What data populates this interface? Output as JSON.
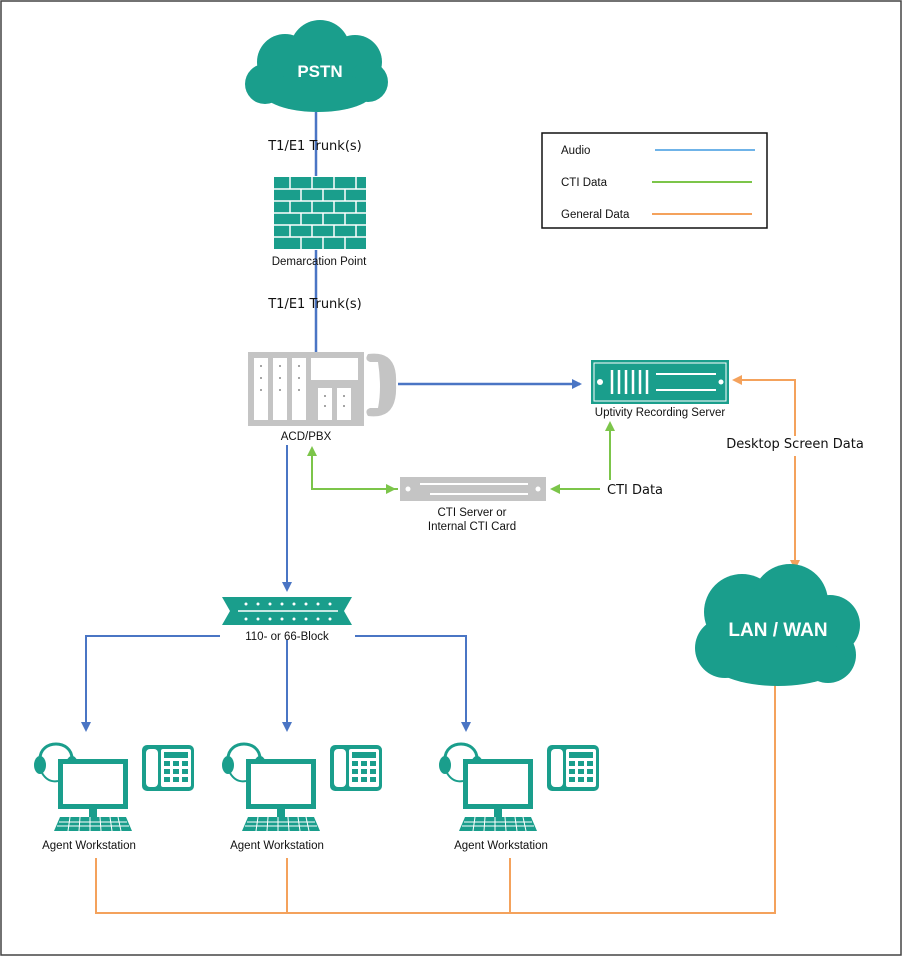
{
  "colors": {
    "teal": "#1a9e8c",
    "audio": "#4a75c4",
    "cti": "#7cc54a",
    "general": "#f4a25c",
    "legend_audio": "#6fb3e8",
    "gray": "#c4c4c4"
  },
  "clouds": {
    "pstn": "PSTN",
    "lan": "LAN / WAN"
  },
  "labels": {
    "trunk_top": "T1/E1 Trunk(s)",
    "demarc": "Demarcation Point",
    "trunk_bottom": "T1/E1 Trunk(s)",
    "acd": "ACD/PBX",
    "recording_server": "Uptivity Recording Server",
    "desktop_screen_data": "Desktop Screen Data",
    "cti_data": "CTI Data",
    "cti_server_line1": "CTI Server or",
    "cti_server_line2": "Internal CTI Card",
    "block": "110- or 66-Block"
  },
  "legend": {
    "audio": "Audio",
    "cti": "CTI Data",
    "general": "General Data"
  },
  "workstations": [
    {
      "label": "Agent Workstation"
    },
    {
      "label": "Agent Workstation"
    },
    {
      "label": "Agent Workstation"
    }
  ]
}
